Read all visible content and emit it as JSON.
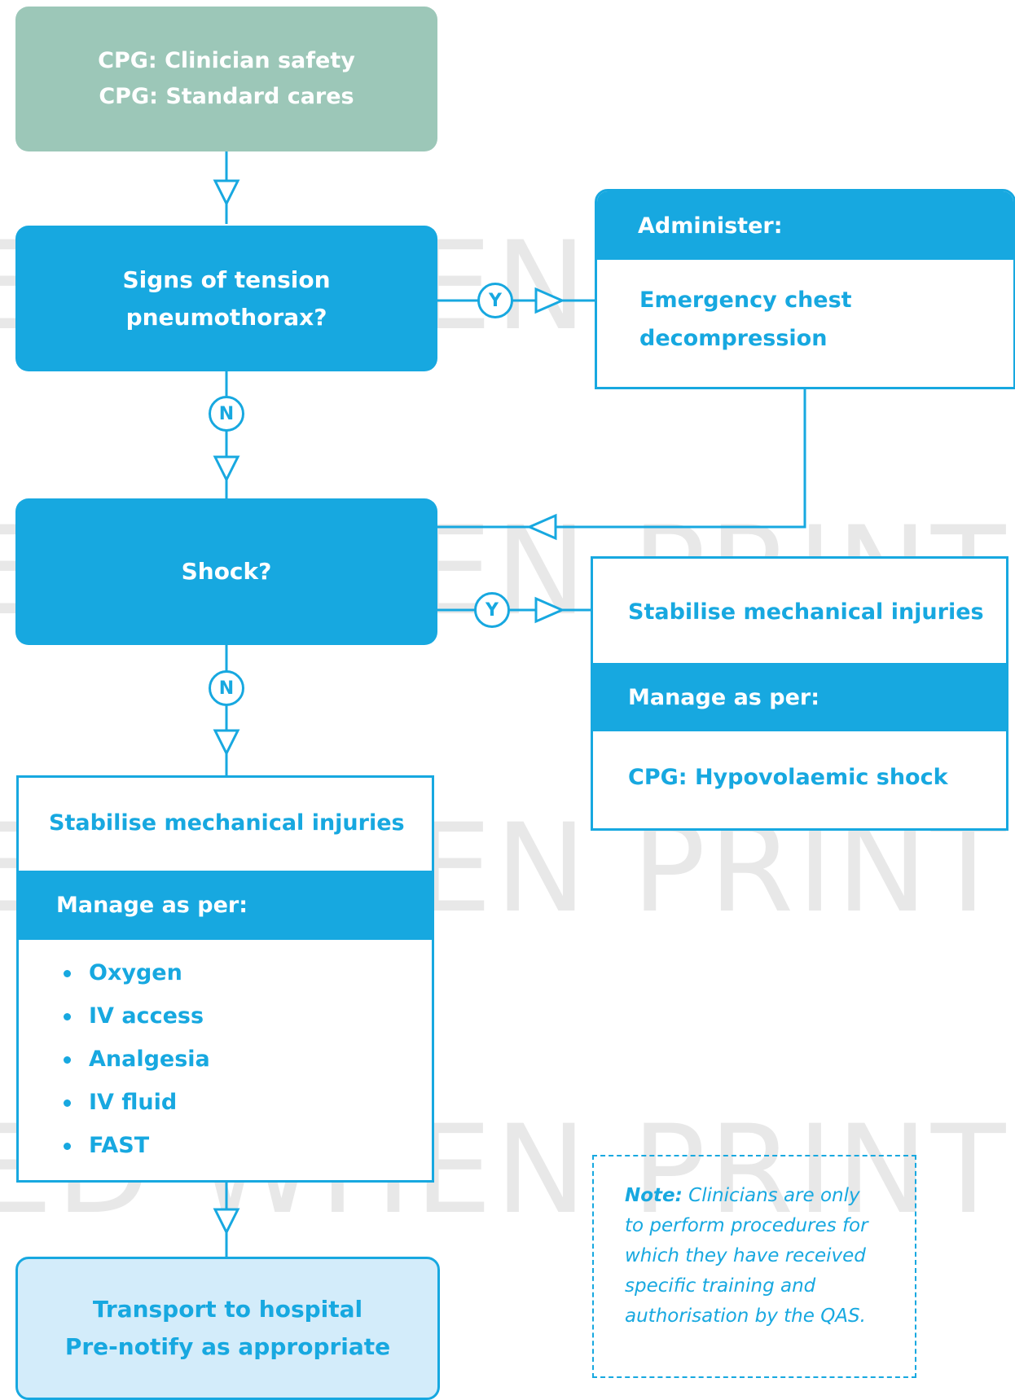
{
  "start": {
    "line1": "CPG: Clinician safety",
    "line2": "CPG: Standard cares"
  },
  "tension_decision": {
    "line1": "Signs of tension",
    "line2": "pneumothorax?"
  },
  "administer_box": {
    "header": "Administer:",
    "line1": "Emergency chest",
    "line2": "decompression"
  },
  "shock_decision": {
    "label": "Shock?"
  },
  "shock_yes_box": {
    "title": "Stabilise mechanical injuries",
    "header": "Manage as per:",
    "item": "CPG: Hypovolaemic shock"
  },
  "shock_no_box": {
    "title": "Stabilise mechanical injuries",
    "header": "Manage as per:",
    "items": [
      "Oxygen",
      "IV access",
      "Analgesia",
      "IV fluid",
      "FAST"
    ]
  },
  "end": {
    "line1": "Transport to hospital",
    "line2": "Pre-notify as appropriate"
  },
  "labels": {
    "yes": "Y",
    "no": "N"
  },
  "note": {
    "label": "Note:",
    "line1": "Clinicians are only",
    "line2": "to perform procedures for",
    "line3": "which they have received",
    "line4": "specific training and",
    "line5": "authorisation by the QAS."
  },
  "watermark": "ED WHEN PRINTE",
  "colors": {
    "blue": "#17a8e0",
    "green": "#9cc7b8",
    "light_blue": "#d3ecfa"
  }
}
